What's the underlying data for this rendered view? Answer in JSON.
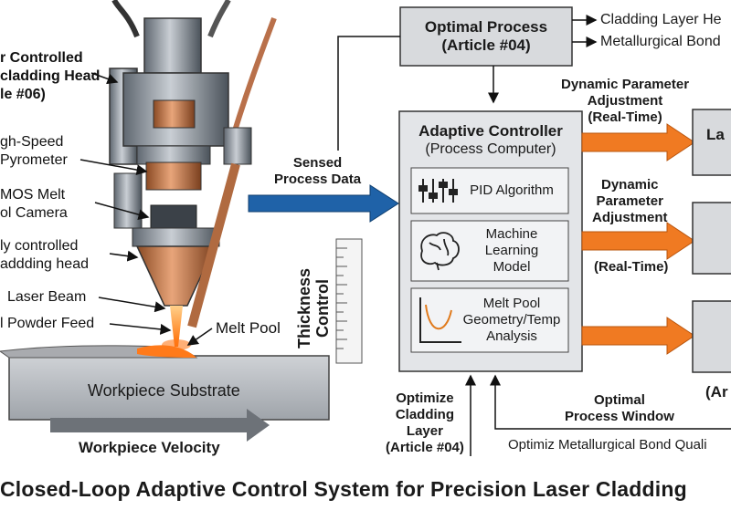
{
  "head_labels": {
    "controlled_head": "r Controlled\ncladding Head\nle #06)",
    "pyrometer": "gh-Speed\nPyrometer",
    "camera": "MOS Melt\nol Camera",
    "cladding_head": "ly controlled\naddding head",
    "laser_beam": "Laser Beam",
    "powder_feed": "l Powder Feed",
    "melt_pool": "Melt Pool",
    "thickness_control": "Thickness\nControl",
    "workpiece_substrate": "Workpiece Substrate",
    "workpiece_velocity": "Workpiece Velocity"
  },
  "optimal_process": {
    "title": "Optimal Process",
    "subtitle": "(Article #04)"
  },
  "outputs_top": [
    "Cladding Layer He",
    "Metallurgical Bond"
  ],
  "sensed_data": "Sensed\nProcess Data",
  "controller": {
    "title": "Adaptive Controller",
    "subtitle": "(Process Computer)",
    "modules": [
      {
        "label": "PID Algorithm",
        "icon": "sliders-icon"
      },
      {
        "label": "Machine\nLearning\nModel",
        "icon": "brain-icon"
      },
      {
        "label": "Melt Pool\nGeometry/Temp\nAnalysis",
        "icon": "curve-graph-icon"
      }
    ]
  },
  "arrow_labels": {
    "dyn_top": "Dynamic Parameter\nAdjustment\n(Real-Time)",
    "dyn_mid": "Dynamic\nParameter\nAdjustment",
    "realtime": "(Real-Time)"
  },
  "right_boxes": [
    "La",
    "",
    ""
  ],
  "right_fragment": "(Ar",
  "feedback": {
    "optimize": "Optimize\nCladding\nLayer\n(Article #04)",
    "window": "Optimal\nProcess Window",
    "bond_quality": "Optimiz Metallurgical Bond Quali"
  },
  "caption": "Closed-Loop Adaptive Control System for Precision Laser Cladding",
  "colors": {
    "accent_orange": "#f07a22",
    "accent_blue": "#1f62a8",
    "box_gray": "#d8dadd"
  }
}
